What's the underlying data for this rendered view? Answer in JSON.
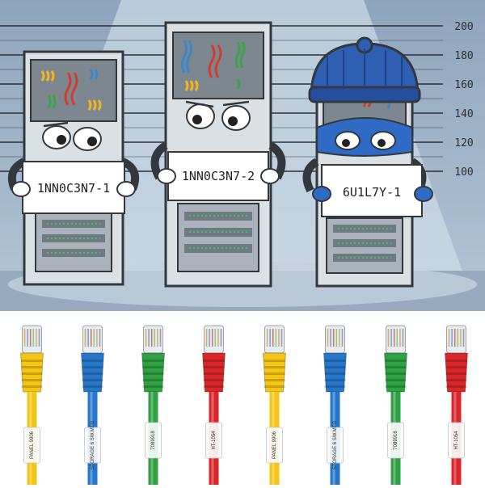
{
  "lineup": {
    "scale": [
      "200",
      "180",
      "160",
      "140",
      "120",
      "100"
    ],
    "servers": [
      {
        "sign": "1NN0C3N7-1",
        "role": "innocent"
      },
      {
        "sign": "1NN0C3N7-2",
        "role": "innocent"
      },
      {
        "sign": "6U1L7Y-1",
        "role": "guilty"
      }
    ]
  },
  "cables": {
    "labels": [
      "PANEL 9906",
      "STORAGE 6 SW.MTG",
      "7089918",
      "HT-1054",
      "PANEL 9906",
      "STORAGE 6 SW.MTG",
      "7089918",
      "HT-1054"
    ],
    "colors": [
      "#f4c515",
      "#2677c9",
      "#2fa043",
      "#d9262a",
      "#f4c515",
      "#2677c9",
      "#2fa043",
      "#d9262a"
    ]
  }
}
